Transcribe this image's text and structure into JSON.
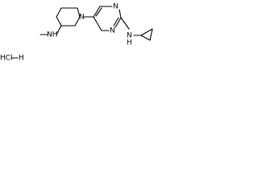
{
  "molecule": {
    "atoms": {
      "ring_n": "N",
      "amine_nh": "NH",
      "pyrimidine_n_top": "N",
      "pyrimidine_n_bottom": "N",
      "cyclopropyl_nh": "N",
      "cyclopropyl_h": "H"
    },
    "salt": {
      "hcl": "HCl",
      "h": "H"
    }
  }
}
